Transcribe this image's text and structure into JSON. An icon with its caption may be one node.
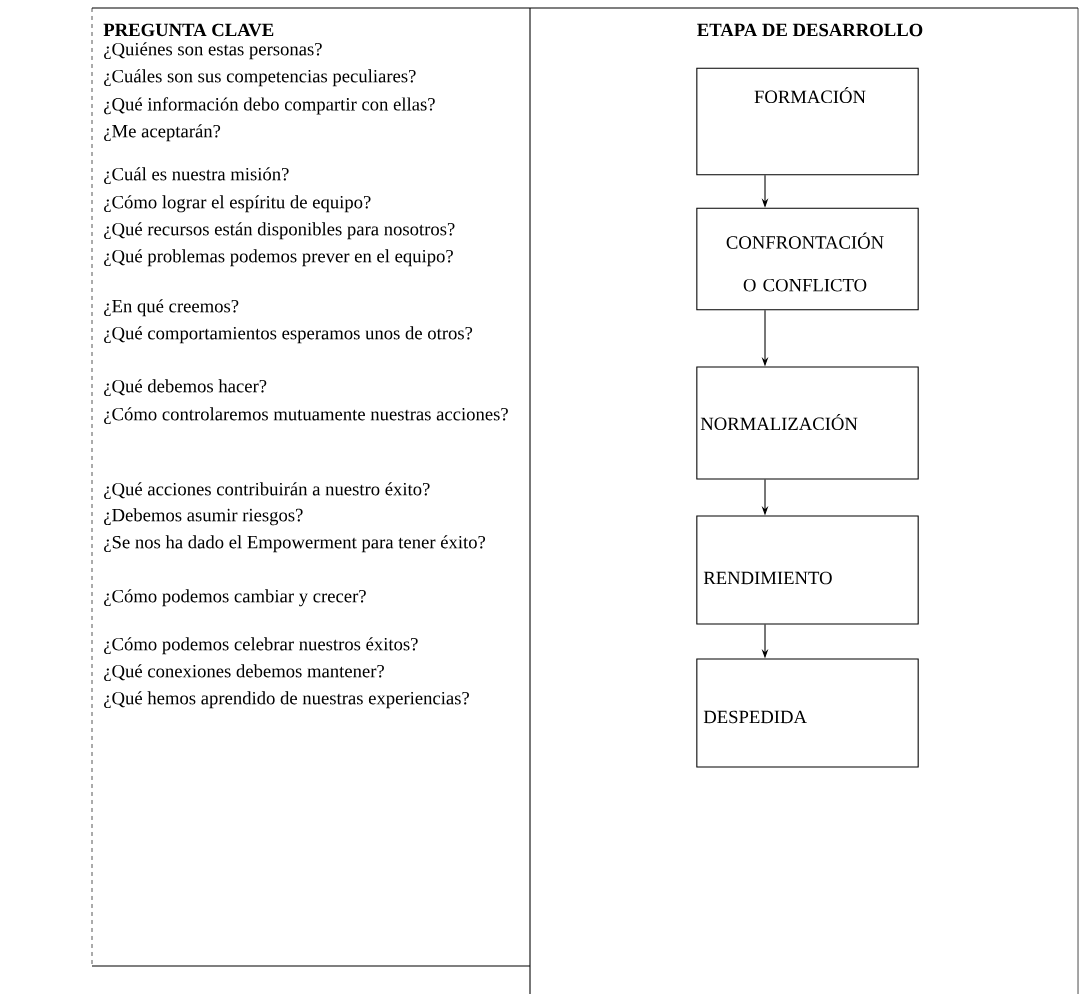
{
  "diagram": {
    "nodes": [
      {
        "text": [
          "FORMACIÓN"
        ]
      },
      {
        "text": [
          "CONFRONTACIÓN O CONFLICTO"
        ]
      },
      {
        "text": [
          "NORMALIZACIÓN"
        ]
      },
      {
        "text": [
          "RENDIMIENTO"
        ]
      },
      {
        "text": [
          "DESPEDIDA"
        ]
      }
    ],
    "edges": [
      {
        "from": 0,
        "to": 1,
        "arrow": "to"
      },
      {
        "from": 1,
        "to": 2,
        "arrow": "to"
      },
      {
        "from": 2,
        "to": 3,
        "arrow": "to"
      },
      {
        "from": 3,
        "to": 4,
        "arrow": "to"
      }
    ],
    "labels": [
      "PREGUNTA CLAVE",
      "ETAPA DE DESARROLLO",
      "¿Quiénes son estas personas?",
      "¿Cuáles son sus competencias peculiares?",
      "¿Qué información debo compartir con ellas?",
      "¿Me aceptarán?",
      "¿Cuál es nuestra misión?",
      "¿Cómo lograr el espíritu de equipo?",
      "¿Qué recursos están disponibles para nosotros?",
      "¿Qué problemas podemos prever en el equipo?",
      "¿En qué creemos?",
      "¿Qué comportamientos esperamos unos de otros?",
      "¿Qué debemos hacer?",
      "¿Cómo controlaremos mutuamente nuestras acciones?",
      "¿Qué acciones contribuirán a nuestro éxito?",
      "¿Debemos asumir riesgos?",
      "¿Se nos ha dado el Empowerment para tener éxito?",
      "¿Cómo podemos cambiar y crecer?",
      "¿Cómo podemos celebrar nuestros éxitos?",
      "¿Qué conexiones debemos mantener?",
      "¿Qué hemos aprendido de nuestras experiencias?"
    ]
  }
}
